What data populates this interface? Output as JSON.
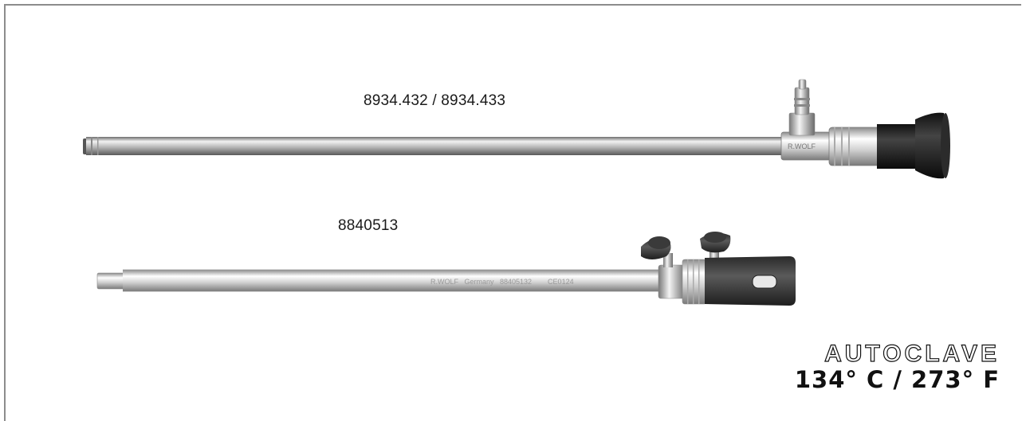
{
  "products": [
    {
      "label": "8934.432 / 8934.433",
      "engravings": [
        "R.WOLF"
      ]
    },
    {
      "label": "8840513",
      "engravings": [
        "R.WOLF",
        "Germany",
        "88405132",
        "CE0124"
      ]
    }
  ],
  "badge": {
    "title": "AUTOCLAVE",
    "temperature": "134° C / 273° F"
  }
}
